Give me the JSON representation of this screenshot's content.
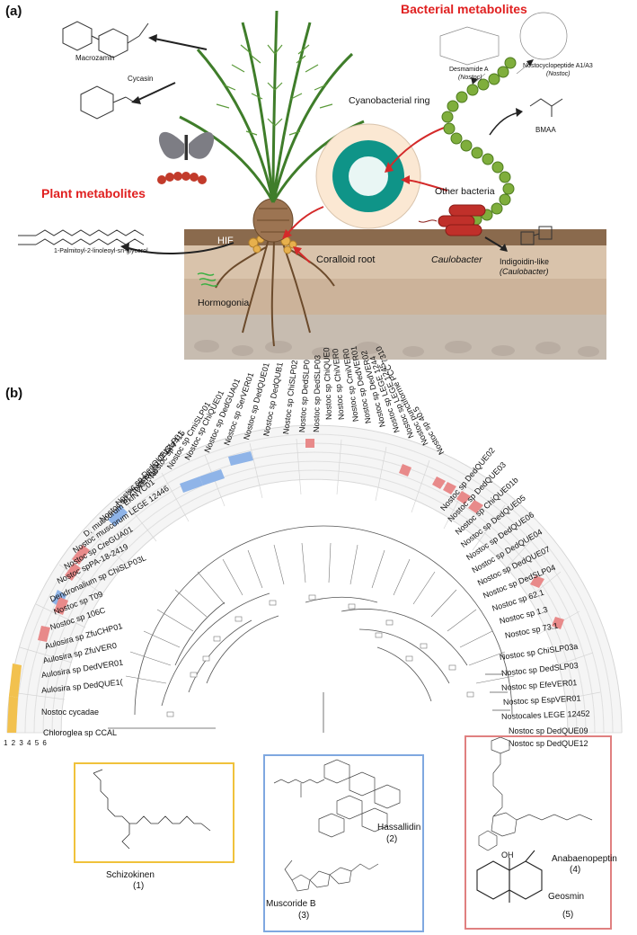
{
  "panel_a": {
    "label": "(a)",
    "bacterial_title": "Bacterial metabolites",
    "plant_title": "Plant metabolites",
    "macrozamin": "Macrozamin",
    "cycasin": "Cycasin",
    "desmamide": "Desmamide A",
    "desmamide_src": "(Nostoc)",
    "nostocyclo": "Nostocyclopeptide A1/A3",
    "nostocyclo_src": "(Nostoc)",
    "cyano_ring": "Cyanobacterial ring",
    "bmaa": "BMAA",
    "other_bacteria": "Other bacteria",
    "coralloid": "Coralloid root",
    "caulobacter": "Caulobacter",
    "indigoidin": "Indigoidin-like",
    "indigoidin_src": "(Caulobacter)",
    "hif": "HIF",
    "palmitoyl": "1-Palmitoyl-2-linoleoyl-sn-glycerol",
    "hormogonia": "Hormogonia"
  },
  "panel_b": {
    "label": "(b)",
    "ring_numbers": "1 2 3 4 5 6",
    "left_taxa": [
      "Chloroglea sp CCAL",
      "Nostoc cycadae",
      "Aulosira sp DedQUE1(",
      "Aulosira sp DedVER01",
      "Aulosira sp ZfuVER0",
      "Aulosira sp ZfuCHP01",
      "Nostoc sp 106C",
      "Nostoc sp T09",
      "Dendronalium sp ChiSLP03L",
      "Nostoc spPA-18-2419",
      "Nostoc sp CreGUA01",
      "Nostoc muscorum LEGE 12446",
      "D. muscorum EkiNYC01",
      "Nostoc sp ZfuVER08",
      "Nostoc sp DedQUE12a",
      "Nostoc sp ChiSLP01",
      "Nostoc sp 7415",
      "Nostoc sp CmiSLP01",
      "Nostoc sp ChiQUE01",
      "Nostoc sp DedGUA01",
      "Nostoc sp SerVER01",
      "Nostoc sp DedQUE01",
      "Nostoc sp DedQUB1"
    ],
    "top_taxa": [
      "Nostoc sp ChiSLP02",
      "Nostoc sp DedSLP0",
      "Nostoc sp DedSLP03",
      "Nostoc sp ChiQUE0",
      "Nostoc sp ChiVER0",
      "Nostoc sp CmiVER0",
      "Nostoc sp DedVER01",
      "Nostoc sp DedVER02",
      "Nostoc sp LEGE 1244",
      "Nostoc sp LEGE 1245",
      "Nostoc punctiforme PCC 7310",
      "Nostoc sp 40.5"
    ],
    "right_taxa": [
      "Nostoc sp DedQUE02",
      "Nostoc sp DedQUE03",
      "Nostoc sp ChiQUE01b",
      "Nostoc sp DedQUE05",
      "Nostoc sp DedQUE06",
      "Nostoc sp DedQUE04",
      "Nostoc sp DedQUE07",
      "Nostoc sp DedSLP04",
      "Nostoc sp 62.1",
      "Nostoc sp 1.3",
      "Nostoc sp 73.1",
      "Nostoc sp ChiSLP03a",
      "Nostoc sp DedSLP03",
      "Nostoc sp EfeVER01",
      "Nostoc sp EspVER01",
      "Nostocales LEGE 12452",
      "Nostoc sp DedQUE09",
      "Nostoc sp DedQUE12"
    ],
    "box1_name": "Schizokinen",
    "box1_num": "(1)",
    "box2_name": "Hassallidin",
    "box2_num": "(2)",
    "box3_name": "Muscoride B",
    "box3_num": "(3)",
    "box4_name": "Anabaenopeptin",
    "box4_num": "(4)",
    "box5_name": "Geosmin",
    "box5_num": "(5)",
    "geosmin_oh": "OH",
    "colors": {
      "yellow": "#f2c14e",
      "blue": "#8fb4e8",
      "red": "#e88a8a",
      "grey": "#ececec"
    }
  }
}
